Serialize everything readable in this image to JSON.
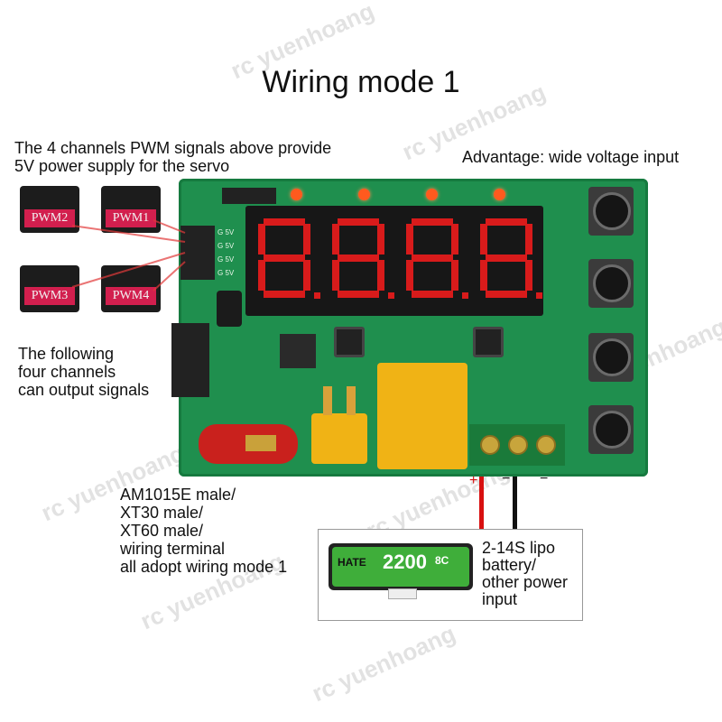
{
  "title": "Wiring mode 1",
  "notes": {
    "pwm_top": "The 4 channels PWM signals above provide\n5V power supply for the servo",
    "advantage": "Advantage: wide voltage input",
    "following": "The following\nfour channels\ncan output signals",
    "connectors": "AM1015E male/\nXT30 male/\nXT60 male/\nwiring terminal\nall adopt wiring mode 1",
    "battery": "2-14S lipo\nbattery/\nother power\ninput"
  },
  "servos": [
    "PWM2",
    "PWM1",
    "PWM3",
    "PWM4"
  ],
  "pcb_pin_labels": [
    "G 5V",
    "G 5V",
    "G 5V",
    "G 5V"
  ],
  "terminal_polarity": [
    "+",
    "−",
    "−"
  ],
  "watermark": "rc yuenhoang",
  "battery_label": {
    "brand": "HATE",
    "capacity": "2200",
    "rate": "8C"
  },
  "colors": {
    "pcb": "#1f8f4e",
    "display": "#171717",
    "segment_off": "#6a1212",
    "segment_on": "#d81b1b",
    "led": "#ff5a1e",
    "connector": "#f0b315",
    "servo_label": "#d21f4e",
    "wire_positive": "#d81010",
    "wire_negative": "#111111"
  }
}
